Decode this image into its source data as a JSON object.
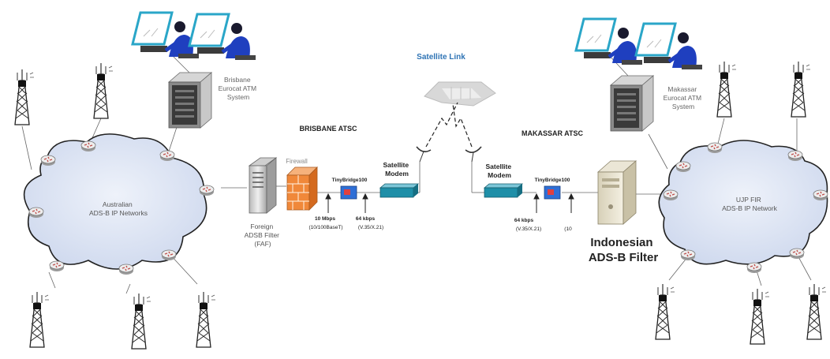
{
  "satellite_link": "Satellite Link",
  "brisbane": {
    "atsc": "BRISBANE ATSC",
    "system_label": [
      "Brisbane",
      "Eurocat ATM",
      "System"
    ],
    "network_label": [
      "Australian",
      "ADS-B IP Networks"
    ],
    "filter_label": [
      "Foreign",
      "ADSB Filter",
      "(FAF)"
    ],
    "firewall": "Firewall",
    "bridge": "TinyBridge100",
    "speed_10": "10 Mbps",
    "speed_10_sub": "(10/100BaseT)",
    "speed_64": "64 kbps",
    "speed_64_sub": "(V.35/X.21)",
    "modem": [
      "Satellite",
      "Modem"
    ]
  },
  "makassar": {
    "atsc": "MAKASSAR ATSC",
    "system_label": [
      "Makassar",
      "Eurocat ATM",
      "System"
    ],
    "network_label": [
      "UJP FIR",
      "ADS-B IP Network"
    ],
    "filter_label": [
      "Indonesian",
      "ADS-B Filter"
    ],
    "bridge": "TinyBridge100",
    "speed_64": "64 kbps",
    "speed_64_sub": "(V.35/X.21)",
    "speed_10_sub": "(10",
    "modem": [
      "Satellite",
      "Modem"
    ]
  },
  "colors": {
    "cloud_fill": "#dfe7f4",
    "link_blue": "#2f74b5",
    "modem_teal": "#1f8fa8",
    "firewall_orange": "#f0883a",
    "router_red": "#c0504d"
  }
}
